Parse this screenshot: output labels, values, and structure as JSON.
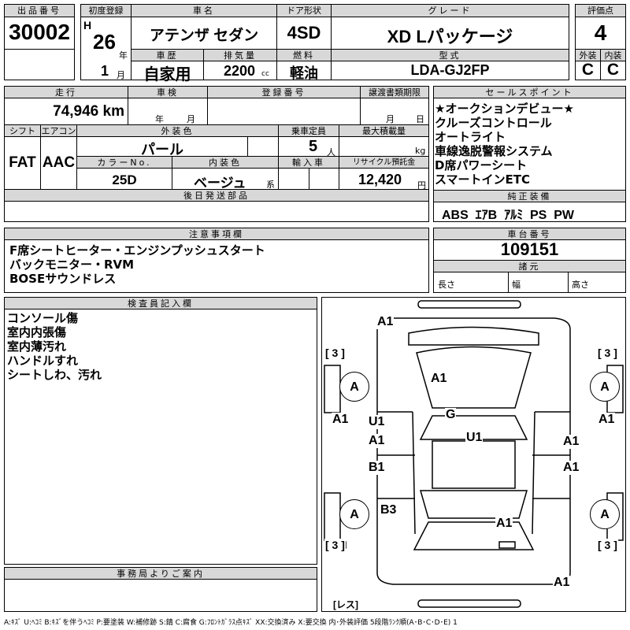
{
  "header": {
    "lot_label": "出品番号",
    "lot": "30002",
    "reg_label": "初度登録",
    "era": "H",
    "year": "26",
    "year_unit": "年",
    "month": "1",
    "month_unit": "月",
    "name_label": "車名",
    "name": "アテンザ セダン",
    "door_label": "ドア形状",
    "door": "4SD",
    "grade_label": "グレード",
    "grade": "XD Lパッケージ",
    "score_label": "評価点",
    "score": "4",
    "history_label": "車歴",
    "history": "自家用",
    "disp_label": "排気量",
    "disp": "2200",
    "disp_unit": "cc",
    "fuel_label": "燃料",
    "fuel": "軽油",
    "model_label": "型式",
    "model": "LDA-GJ2FP",
    "ext_label": "外装",
    "ext": "C",
    "int_label": "内装",
    "int": "C"
  },
  "info": {
    "mileage_label": "走行",
    "mileage": "74,946 km",
    "inspection_label": "車検",
    "ins_year": "年",
    "ins_month": "月",
    "regno_label": "登録番号",
    "transfer_label": "譲渡書類期限",
    "tr_month": "月",
    "tr_day": "日",
    "shift_label": "シフト",
    "shift": "FAT",
    "ac_label": "エアコン",
    "ac": "AAC",
    "color_label": "外装色",
    "color": "パール",
    "capacity_label": "乗車定員",
    "capacity": "5",
    "capacity_unit": "人",
    "load_label": "最大積載量",
    "load_unit": "kg",
    "colorno_label": "カラーNo.",
    "colorno": "25D",
    "interior_label": "内装色",
    "interior": "ベージュ",
    "interior_suffix": "系",
    "import_label": "輸入車",
    "recycle_label": "リサイクル預託金",
    "recycle": "12,420",
    "recycle_unit": "円",
    "later_label": "後日発送部品"
  },
  "sales": {
    "label": "セールスポイント",
    "items": [
      "★オークションデビュー★",
      "クルーズコントロール",
      "オートライト",
      "車線逸脱警報システム",
      "D席パワーシート",
      "スマートインETC"
    ],
    "equip_label": "純正装備",
    "equip": "ABS  ｴｱB  ｱﾙﾐ  PS  PW"
  },
  "notes": {
    "label": "注意事項欄",
    "lines": [
      "F席シートヒーター・エンジンプッシュスタート",
      "バックモニター・RVM",
      "BOSEサウンドレス"
    ]
  },
  "chassis": {
    "label": "車台番号",
    "value": "109151",
    "spec_label": "諸元",
    "length": "長さ",
    "width": "幅",
    "height": "高さ"
  },
  "inspector": {
    "label": "検査員記入欄",
    "lines": [
      "コンソール傷",
      "室内内張傷",
      "室内薄汚れ",
      "ハンドルすれ",
      "シートしわ、汚れ"
    ]
  },
  "office": {
    "label": "事務局よりご案内"
  },
  "diagram": {
    "marks": [
      "A1",
      "[ 3 ]",
      "[ 3 ]",
      "A",
      "A",
      "A1",
      "G",
      "U1",
      "A1",
      "A1",
      "U1",
      "A1",
      "A1",
      "B1",
      "A1",
      "B3",
      "A",
      "A",
      "A1",
      "[ 3 ]",
      "[ 3 ]",
      "A1",
      "[レス]"
    ]
  },
  "legend": "A:ｷｽﾞ U:ﾍｺﾐ B:ｷｽﾞを伴うﾍｺﾐ P:要塗装 W:補修跡 S:錆 C:腐食 G:ﾌﾛﾝﾄｶﾞﾗｽ点ｷｽﾞ XX:交換済み X:要交換  内･外装評価  5段階ﾗﾝｸ順(A･B･C･D･E) 1"
}
